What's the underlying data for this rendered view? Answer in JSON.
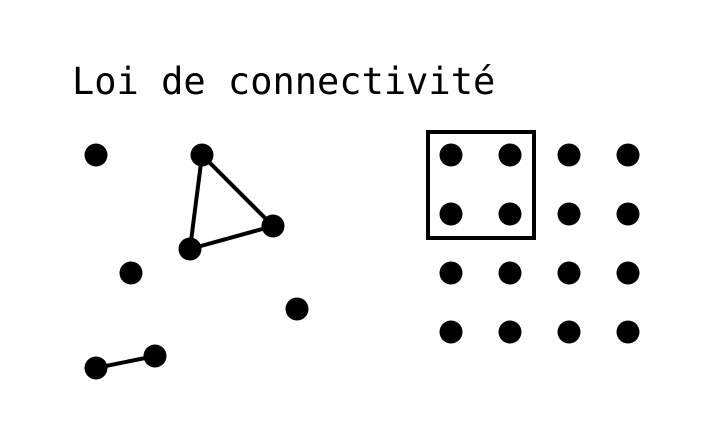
{
  "title": "Loi de connectivité",
  "colors": {
    "ink": "#000000",
    "background": "#ffffff"
  },
  "left_panel": {
    "description_items": [
      "isolated-dots",
      "connected-triangle",
      "connected-pair"
    ]
  },
  "right_panel": {
    "grid_rows": 4,
    "grid_cols": 4,
    "boxed_group_rows": 2,
    "boxed_group_cols": 2
  }
}
